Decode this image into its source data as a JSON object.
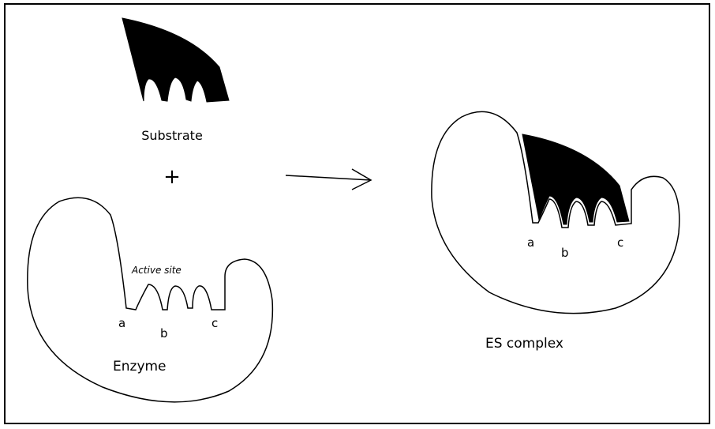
{
  "colors": {
    "ink": "#000000",
    "substrate": "#000000",
    "background": "#ffffff"
  },
  "labels": {
    "substrate": "Substrate",
    "plus": "+",
    "active_site": "Active site",
    "enzyme": "Enzyme",
    "es_complex": "ES complex",
    "site_a": "a",
    "site_b": "b",
    "site_c": "c"
  }
}
